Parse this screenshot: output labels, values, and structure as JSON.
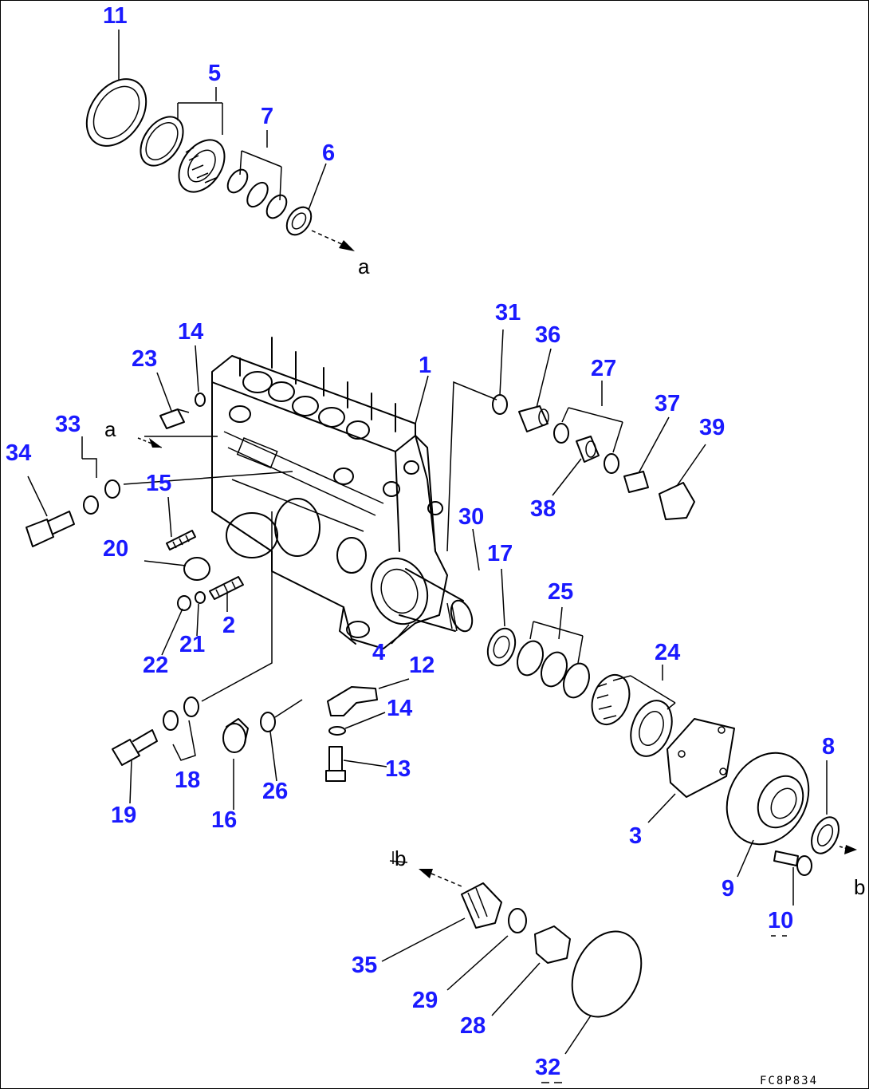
{
  "callouts": {
    "c1": "1",
    "c2": "2",
    "c3": "3",
    "c4": "4",
    "c5": "5",
    "c6": "6",
    "c7": "7",
    "c8": "8",
    "c9": "9",
    "c10": "10",
    "c11": "11",
    "c12": "12",
    "c13": "13",
    "c14a": "14",
    "c14b": "14",
    "c15": "15",
    "c16": "16",
    "c17": "17",
    "c18": "18",
    "c19": "19",
    "c20": "20",
    "c21": "21",
    "c22": "22",
    "c23": "23",
    "c24": "24",
    "c25": "25",
    "c26": "26",
    "c27": "27",
    "c28": "28",
    "c29": "29",
    "c30": "30",
    "c31": "31",
    "c32": "32",
    "c33": "33",
    "c34": "34",
    "c35": "35",
    "c36": "36",
    "c37": "37",
    "c38": "38",
    "c39": "39"
  },
  "references": {
    "a1": "a",
    "a2": "a",
    "b1": "b",
    "b2": "b"
  },
  "drawing_code": "FC8P834",
  "colors": {
    "callout": "#1a1aff",
    "line": "#000000",
    "background": "#ffffff"
  }
}
